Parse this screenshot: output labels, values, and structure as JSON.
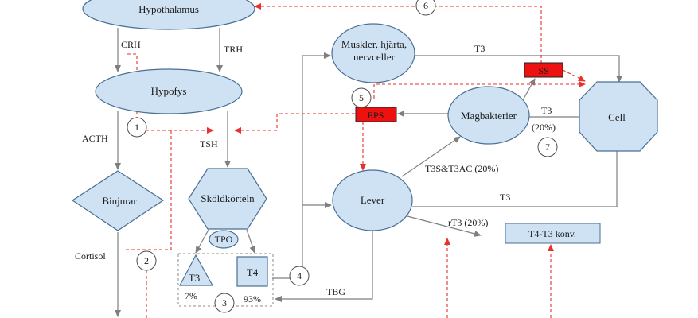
{
  "nodes": {
    "hypothalamus": "Hypothalamus",
    "hypofys": "Hypofys",
    "binjurar": "Binjurar",
    "skoldkorteln": "Sköldkörteln",
    "tpo": "TPO",
    "t3_gland": "T3",
    "t4_gland": "T4",
    "muskler_line1": "Muskler, hjärta,",
    "muskler_line2": "nervceller",
    "lever": "Lever",
    "magbakterier": "Magbakterier",
    "cell": "Cell",
    "ss": "SS",
    "eps": "EPS",
    "t4t3_konv": "T4-T3 konv."
  },
  "labels": {
    "crh": "CRH",
    "trh": "TRH",
    "acth": "ACTH",
    "tsh": "TSH",
    "cortisol": "Cortisol",
    "pct_7": "7%",
    "pct_93": "93%",
    "tbg": "TBG",
    "t3_top": "T3",
    "t3_mag": "T3",
    "t3_mag_pct": "(20%)",
    "t3_lever": "T3",
    "t3s": "T3S&T3AC (20%)",
    "rt3": "rT3 (20%)"
  },
  "markers": [
    "1",
    "2",
    "3",
    "4",
    "5",
    "6",
    "7"
  ],
  "colors": {
    "node_fill": "#cfe2f3",
    "node_stroke": "#4a6f93",
    "arrow": "#7f7f7f",
    "red": "#e8302c",
    "red_box": "#ee1111"
  }
}
